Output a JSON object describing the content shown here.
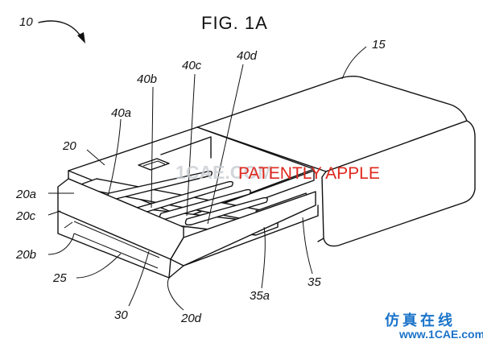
{
  "figure": {
    "title": "FIG. 1A",
    "labels": {
      "l10": "10",
      "l15": "15",
      "l20": "20",
      "l20a": "20a",
      "l20b": "20b",
      "l20c": "20c",
      "l20d": "20d",
      "l25": "25",
      "l30": "30",
      "l35": "35",
      "l35a": "35a",
      "l40a": "40a",
      "l40b": "40b",
      "l40c": "40c",
      "l40d": "40d"
    }
  },
  "watermarks": {
    "overlay": "PATENTLY APPLE",
    "faint": "1CAE.COM",
    "logo_cn": "仿真在线",
    "logo_url": "www.1CAE.com"
  },
  "colors": {
    "line": "#111111",
    "watermark_red": "#e0281e",
    "logo_blue": "#1a73c9"
  }
}
